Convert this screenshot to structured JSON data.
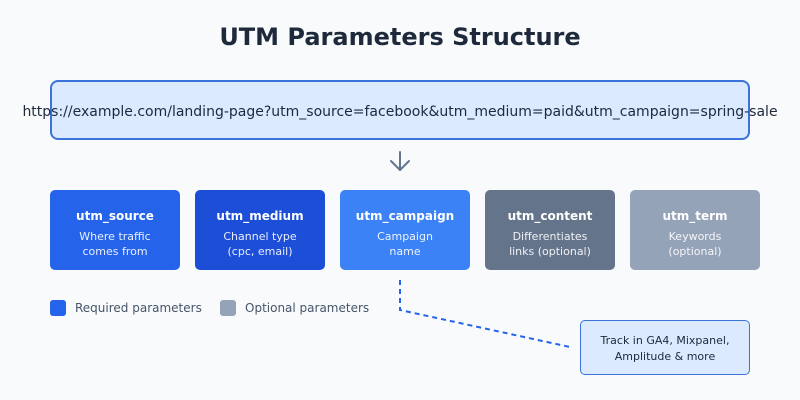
{
  "title": "UTM Parameters Structure",
  "url": "https://example.com/landing-page?utm_source=facebook&utm_medium=paid&utm_campaign=spring-sale",
  "parameters": [
    {
      "name": "utm_source",
      "description": "Where traffic\ncomes from",
      "required": true,
      "color": "#2563eb"
    },
    {
      "name": "utm_medium",
      "description": "Channel type\n(cpc, email)",
      "required": true,
      "color": "#1d4ed8"
    },
    {
      "name": "utm_campaign",
      "description": "Campaign\nname",
      "required": true,
      "color": "#3b82f6"
    },
    {
      "name": "utm_content",
      "description": "Differentiates\nlinks (optional)",
      "required": false,
      "color": "#64748b"
    },
    {
      "name": "utm_term",
      "description": "Keywords\n(optional)",
      "required": false,
      "color": "#94a3b8"
    }
  ],
  "legend": {
    "required_label": "Required parameters",
    "optional_label": "Optional parameters",
    "required_color": "#2563eb",
    "optional_color": "#94a3b8"
  },
  "note": "Track in GA4, Mixpanel,\nAmplitude & more",
  "colors": {
    "accent": "#3b73d9",
    "box_fill": "#dbeafe",
    "arrow": "#64748b",
    "connector": "#2563eb"
  },
  "icons": {
    "flow_arrow": "arrow-down-icon"
  }
}
